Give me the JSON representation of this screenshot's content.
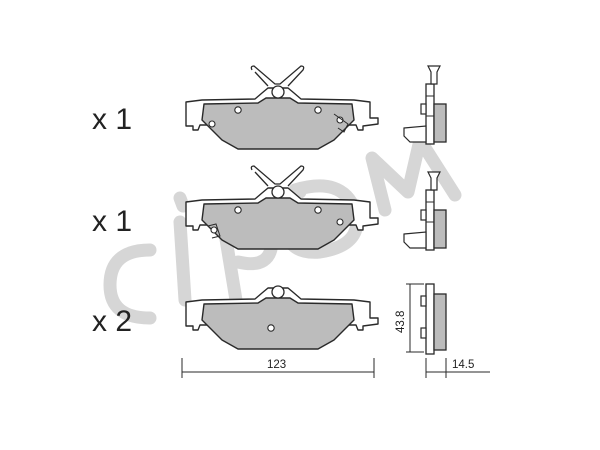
{
  "quantities": {
    "row1": "x 1",
    "row2": "x 1",
    "row3": "x 2"
  },
  "dimensions": {
    "width": "123",
    "height": "43.8",
    "thickness": "14.5"
  },
  "colors": {
    "friction": "#bcbcbc",
    "outline": "#2a2a2a",
    "watermark": "#d6d6d6"
  }
}
